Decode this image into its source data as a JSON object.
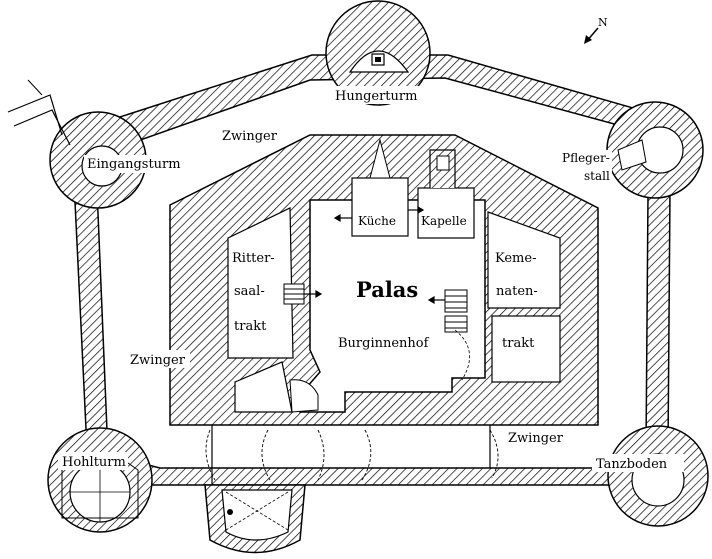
{
  "plan": {
    "north_label": "N",
    "labels": {
      "hungerturm": "Hungerturm",
      "zwinger_top": "Zwinger",
      "eingangsturm": "Eingangsturm",
      "pfleger_1": "Pfleger-",
      "pfleger_2": "stall",
      "kueche": "Küche",
      "kapelle": "Kapelle",
      "ritter_1": "Ritter-",
      "ritter_2": "saal-",
      "ritter_3": "trakt",
      "palas": "Palas",
      "kem_1": "Keme-",
      "kem_2": "naten-",
      "kem_3": "trakt",
      "burginnenhof": "Burginnenhof",
      "zwinger_left": "Zwinger",
      "zwinger_bottom": "Zwinger",
      "hohlturm": "Hohlturm",
      "tanzboden": "Tanzboden"
    }
  }
}
